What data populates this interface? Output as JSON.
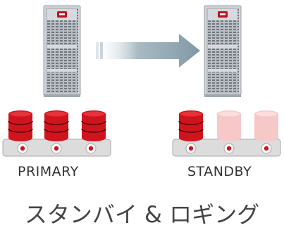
{
  "labels": {
    "primary": "PRIMARY",
    "standby": "STANDBY"
  },
  "title": "スタンバイ & ロギング",
  "primary_databases": [
    {
      "state": "active"
    },
    {
      "state": "active"
    },
    {
      "state": "active"
    }
  ],
  "standby_databases": [
    {
      "state": "active"
    },
    {
      "state": "inactive"
    },
    {
      "state": "inactive"
    }
  ],
  "colors": {
    "db_active": "#d0141e",
    "db_inactive": "#f6c8c8",
    "server_body": "#c9cdd2",
    "server_badge": "#c0141e",
    "arrow": "#8fa3ae",
    "belt": "#d8d8d8"
  },
  "icons": {
    "server": "server-rack-icon",
    "database": "database-cylinder-icon",
    "arrow": "replication-arrow-icon"
  }
}
